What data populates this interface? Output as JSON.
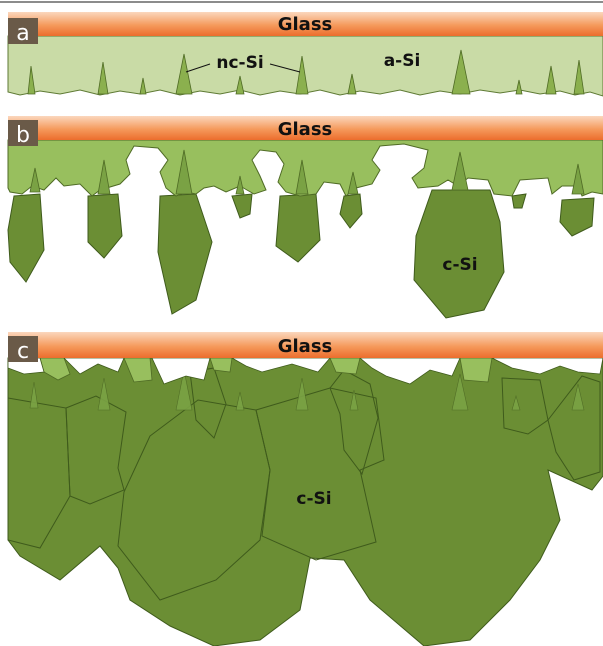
{
  "colors": {
    "glass_top": "#f7c4a2",
    "glass_bottom": "#f07a3a",
    "asi_light": "#c9dba6",
    "asi_mid": "#98bf5e",
    "csi_dark": "#6b8e34",
    "outline": "#3f5b1c",
    "badge": "#6a5a48"
  },
  "panels": [
    {
      "letter": "a",
      "glass": "Glass",
      "labels": [
        "nc-Si",
        "a-Si"
      ]
    },
    {
      "letter": "b",
      "glass": "Glass",
      "labels": [
        "c-Si"
      ]
    },
    {
      "letter": "c",
      "glass": "Glass",
      "labels": [
        "c-Si"
      ]
    }
  ]
}
